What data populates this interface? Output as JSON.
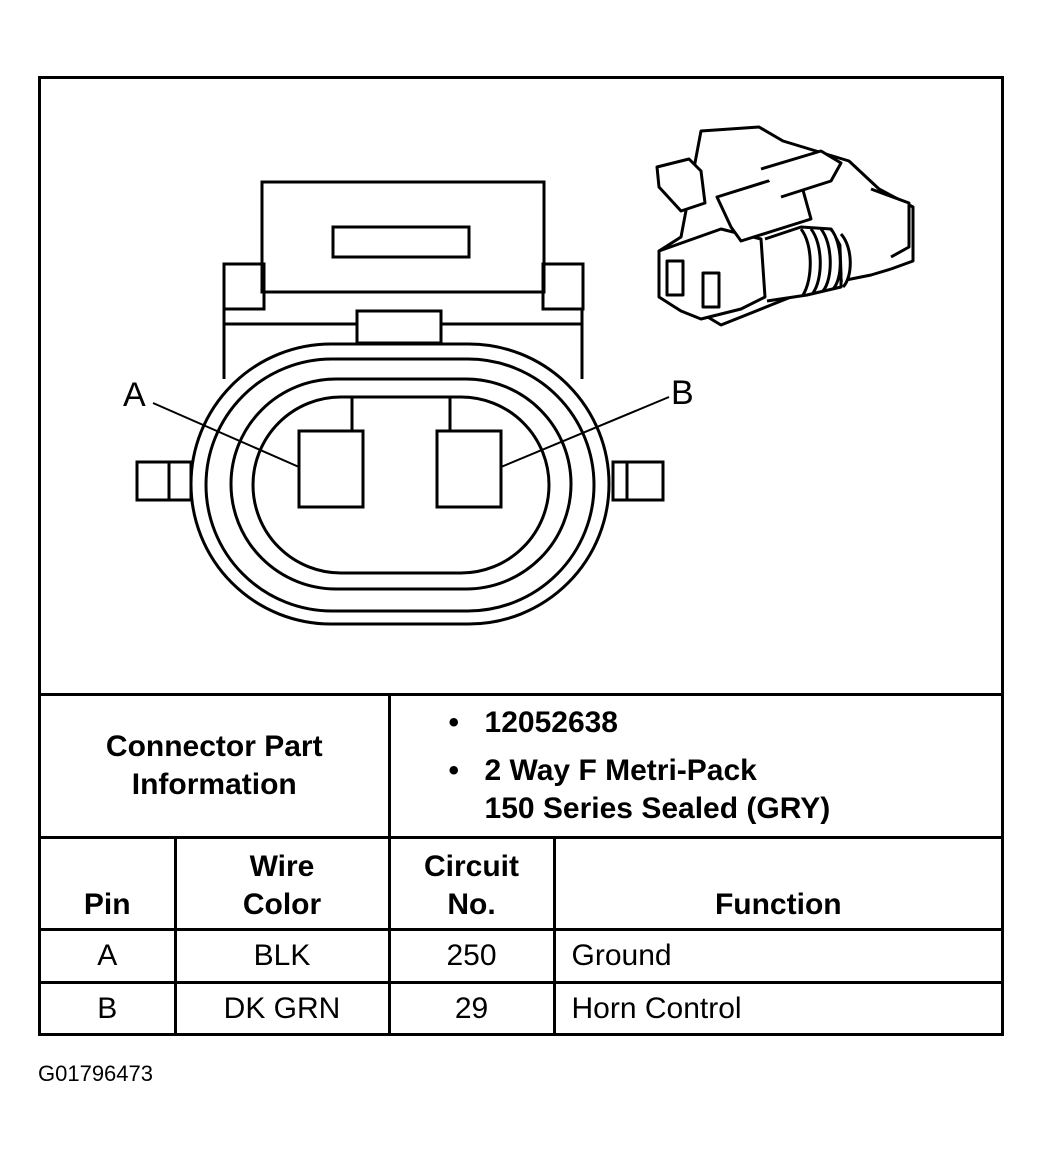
{
  "diagram": {
    "pin_labels": [
      "A",
      "B"
    ]
  },
  "connector_info": {
    "label_line1": "Connector Part",
    "label_line2": "Information",
    "bullet": "•",
    "items": [
      "12052638",
      "2 Way F Metri-Pack",
      "150 Series Sealed (GRY)"
    ]
  },
  "pin_table": {
    "headers": {
      "pin": "Pin",
      "wire_color_line1": "Wire",
      "wire_color_line2": "Color",
      "circuit_line1": "Circuit",
      "circuit_line2": "No.",
      "function": "Function"
    },
    "rows": [
      {
        "pin": "A",
        "wire_color": "BLK",
        "circuit": "250",
        "function": "Ground"
      },
      {
        "pin": "B",
        "wire_color": "DK GRN",
        "circuit": "29",
        "function": "Horn Control"
      }
    ]
  },
  "figure_id": "G01796473"
}
